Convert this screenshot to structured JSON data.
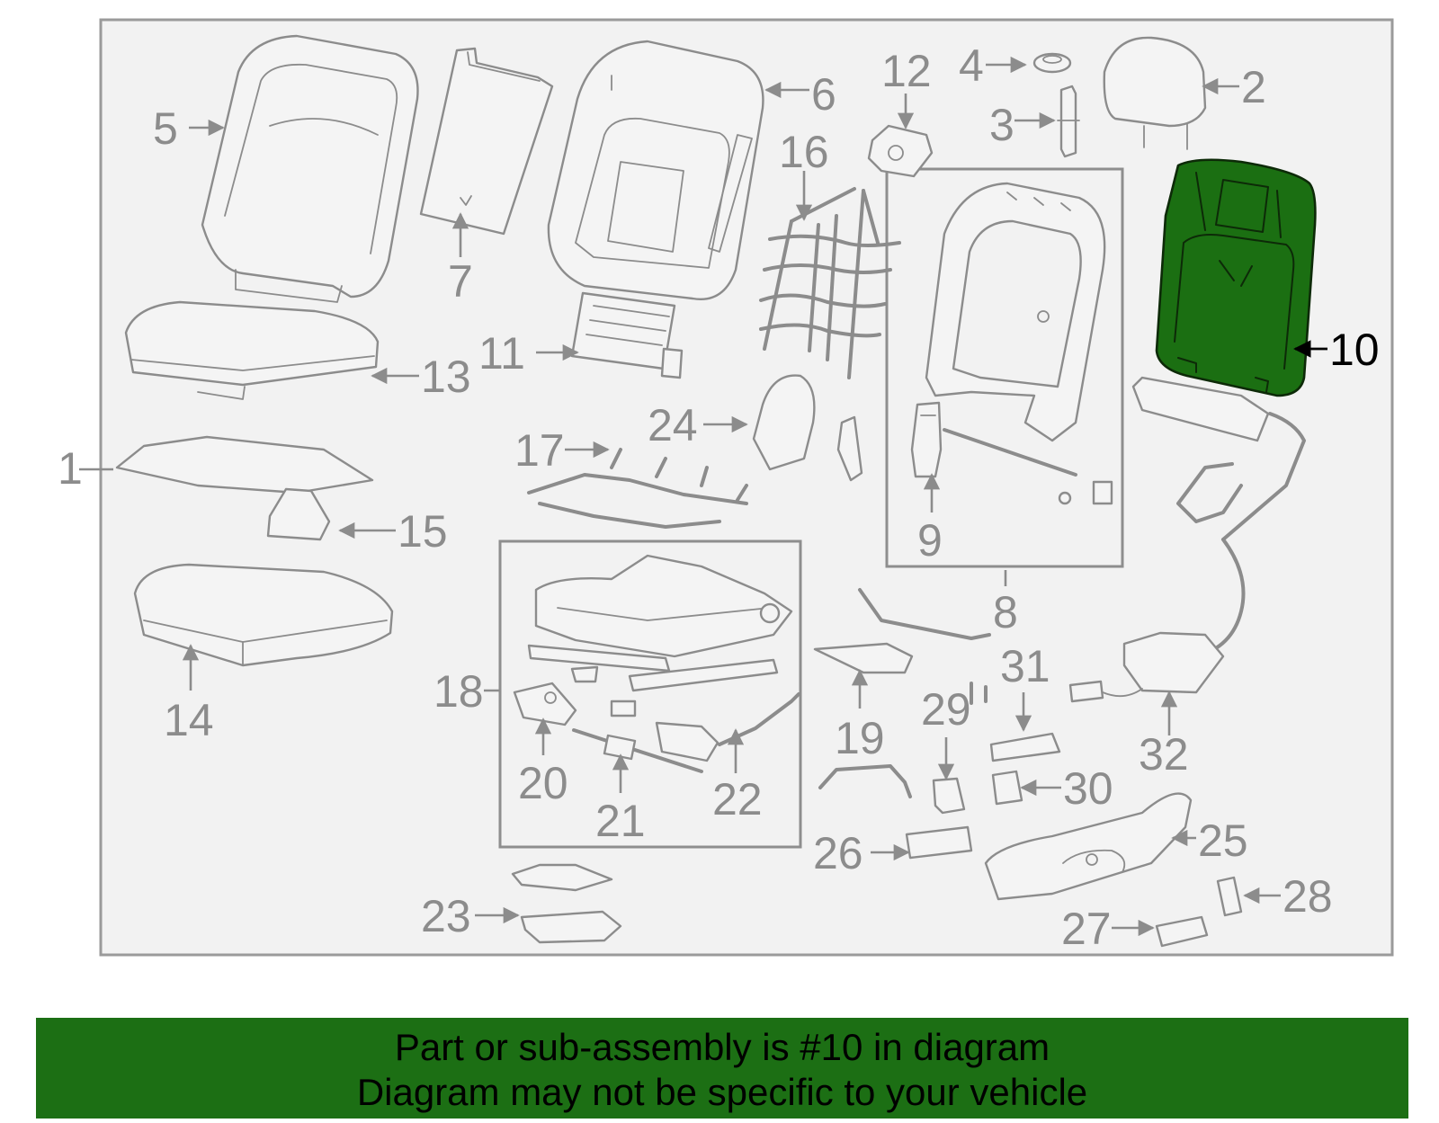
{
  "diagram": {
    "highlighted_part": "10",
    "colors": {
      "highlight": "#1b6f12",
      "banner": "#1c6f14",
      "part_line": "#8c8c8c"
    },
    "callouts": [
      "1",
      "2",
      "3",
      "4",
      "5",
      "6",
      "7",
      "8",
      "9",
      "10",
      "11",
      "12",
      "13",
      "14",
      "15",
      "16",
      "17",
      "18",
      "19",
      "20",
      "21",
      "22",
      "23",
      "24",
      "25",
      "26",
      "27",
      "28",
      "29",
      "30",
      "31",
      "32"
    ]
  },
  "banner": {
    "line1": "Part or sub-assembly is #10 in diagram",
    "line2": "Diagram may not be specific to your vehicle"
  }
}
